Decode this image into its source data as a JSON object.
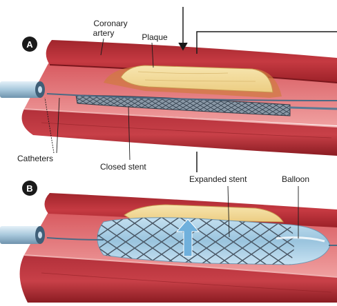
{
  "panels": {
    "a": {
      "badge": "A"
    },
    "b": {
      "badge": "B"
    }
  },
  "labels": {
    "coronary_artery_line1": "Coronary",
    "coronary_artery_line2": "artery",
    "plaque": "Plaque",
    "catheters": "Catheters",
    "closed_stent": "Closed stent",
    "expanded_stent": "Expanded stent",
    "balloon": "Balloon"
  },
  "colors": {
    "artery_wall": "#c3343c",
    "artery_dark": "#8a1c22",
    "artery_lumen": "#e07070",
    "plaque": "#f2dc9a",
    "plaque_edge": "#d9a45a",
    "stent": "#6e7f90",
    "balloon": "#a9cfe6",
    "catheter": "#b9d4e6",
    "badge": "#1a1a1a"
  }
}
